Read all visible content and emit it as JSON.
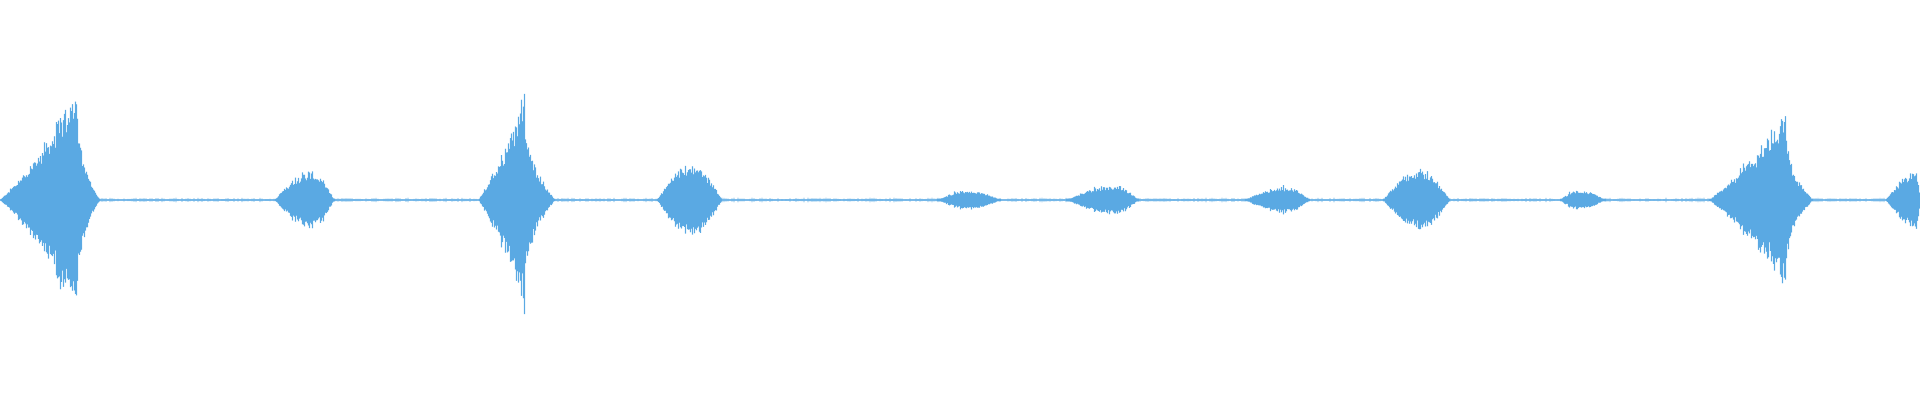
{
  "waveform": {
    "color": "#5aa9e3",
    "background": "#ffffff",
    "bursts": [
      {
        "name": "burst-1",
        "start": 0.0,
        "peak": 0.04,
        "end": 0.052,
        "amplitude": 0.96,
        "shape": "big"
      },
      {
        "name": "burst-2",
        "start": 0.143,
        "peak": 0.161,
        "end": 0.174,
        "amplitude": 0.24,
        "shape": "small"
      },
      {
        "name": "burst-3",
        "start": 0.249,
        "peak": 0.273,
        "end": 0.289,
        "amplitude": 0.94,
        "shape": "big"
      },
      {
        "name": "burst-4",
        "start": 0.342,
        "peak": 0.36,
        "end": 0.376,
        "amplitude": 0.3,
        "shape": "small"
      },
      {
        "name": "burst-5",
        "start": 0.488,
        "peak": 0.504,
        "end": 0.521,
        "amplitude": 0.08,
        "shape": "small"
      },
      {
        "name": "burst-6",
        "start": 0.555,
        "peak": 0.58,
        "end": 0.593,
        "amplitude": 0.12,
        "shape": "small"
      },
      {
        "name": "burst-7",
        "start": 0.648,
        "peak": 0.67,
        "end": 0.682,
        "amplitude": 0.11,
        "shape": "small"
      },
      {
        "name": "burst-8",
        "start": 0.72,
        "peak": 0.74,
        "end": 0.755,
        "amplitude": 0.25,
        "shape": "small"
      },
      {
        "name": "burst-9",
        "start": 0.812,
        "peak": 0.822,
        "end": 0.836,
        "amplitude": 0.08,
        "shape": "small"
      },
      {
        "name": "burst-10",
        "start": 0.89,
        "peak": 0.93,
        "end": 0.944,
        "amplitude": 0.74,
        "shape": "big"
      },
      {
        "name": "burst-11",
        "start": 0.982,
        "peak": 0.998,
        "end": 1.0,
        "amplitude": 0.24,
        "shape": "small"
      }
    ]
  }
}
